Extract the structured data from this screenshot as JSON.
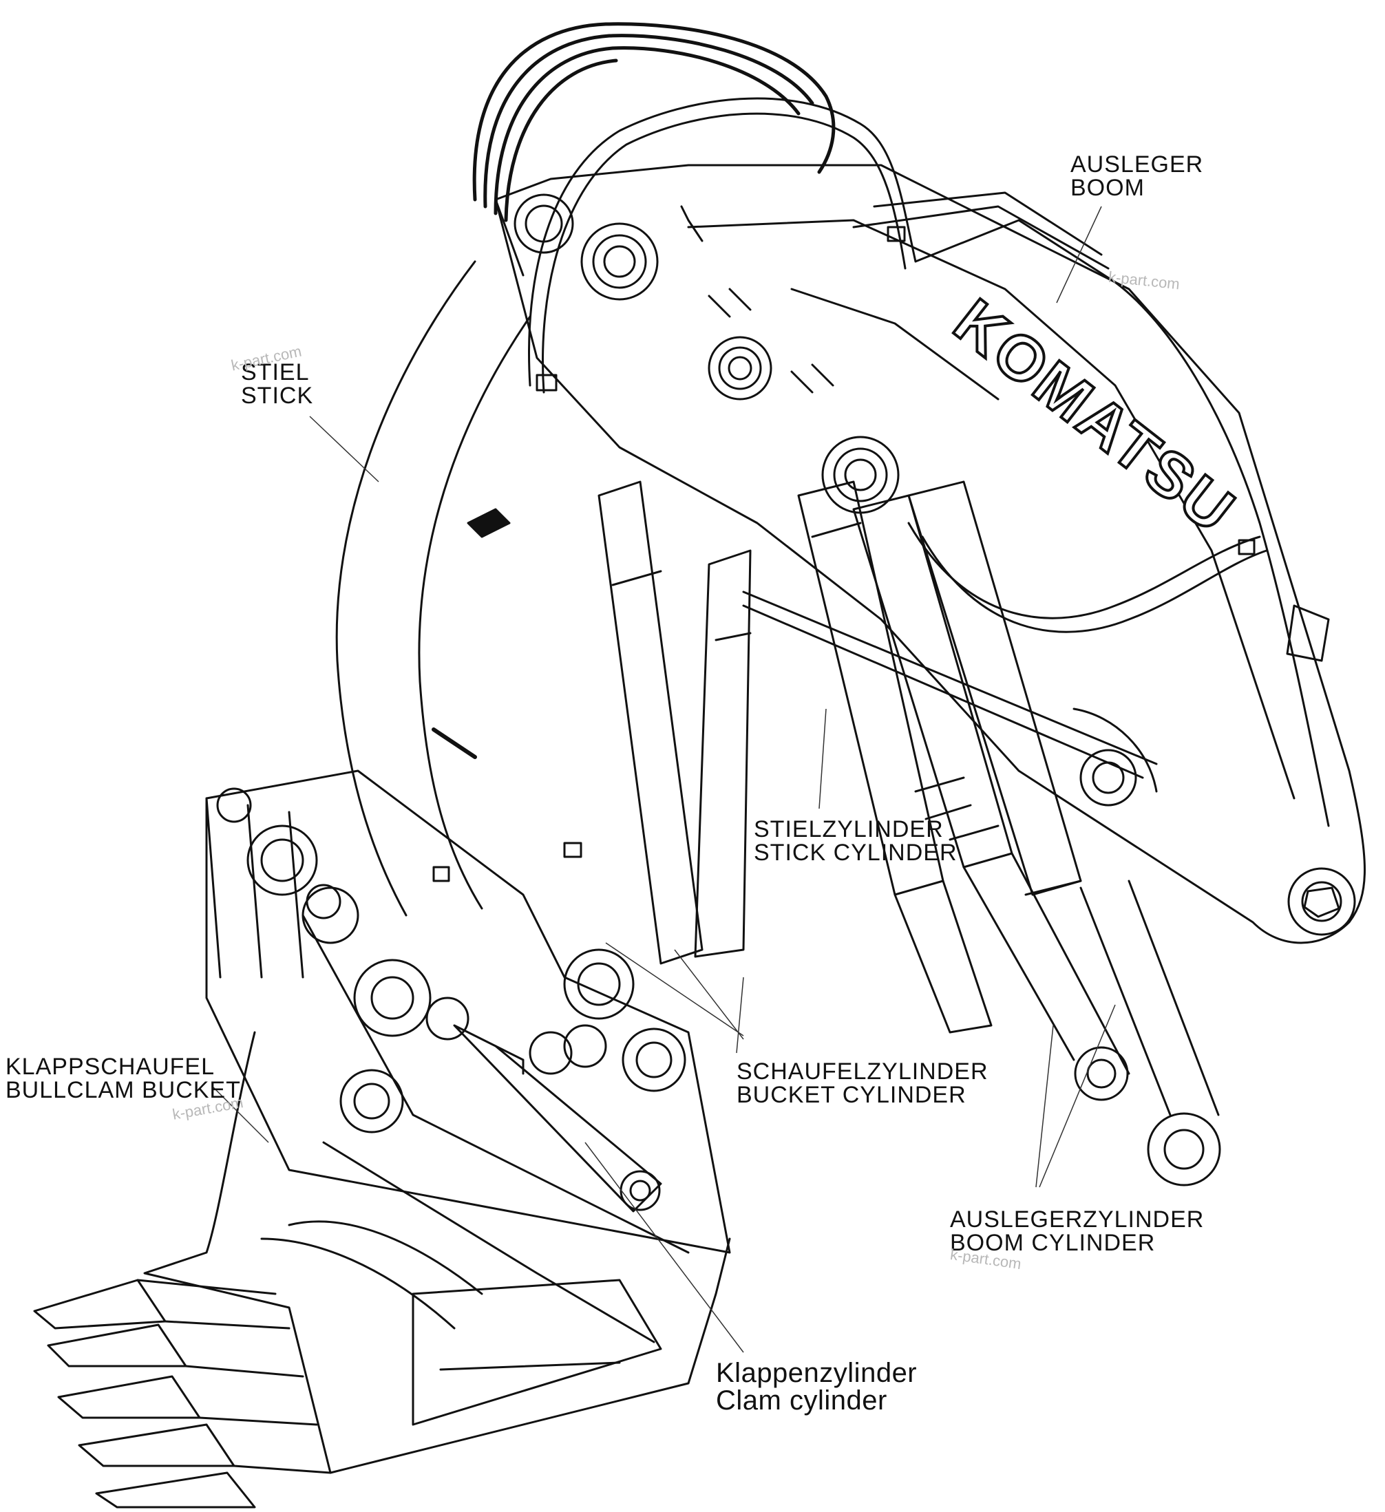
{
  "labels": {
    "boom": {
      "line1": "AUSLEGER",
      "line2": "BOOM"
    },
    "stick": {
      "line1": "STIEL",
      "line2": "STICK"
    },
    "stick_cylinder": {
      "line1": "STIELZYLINDER",
      "line2": "STICK CYLINDER"
    },
    "bucket_cylinder": {
      "line1": "SCHAUFELZYLINDER",
      "line2": "BUCKET CYLINDER"
    },
    "bullclam_bucket": {
      "line1": "KLAPPSCHAUFEL",
      "line2": "BULLCLAM BUCKET"
    },
    "boom_cylinder": {
      "line1": "AUSLEGERZYLINDER",
      "line2": "BOOM CYLINDER"
    },
    "clam_cylinder": {
      "line1": "Klappenzylinder",
      "line2": "Clam cylinder"
    }
  },
  "logo": {
    "text": "KOMATSU"
  },
  "watermarks": [
    "k-part.com",
    "k-part.com",
    "k-part.com",
    "k-part.com"
  ],
  "colors": {
    "ink": "#111111",
    "watermark": "#b8b8b8",
    "background": "#ffffff"
  }
}
